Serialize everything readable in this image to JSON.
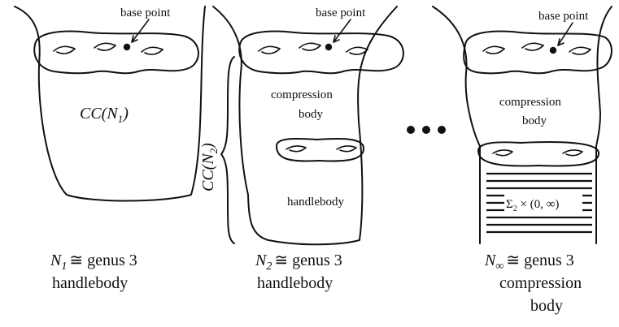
{
  "panels": [
    {
      "base_point": "base point",
      "interior_label": "CC(N",
      "interior_sub": "1",
      "interior_close": ")",
      "caption_var": "N",
      "caption_sub": "1",
      "caption_rest": "≅ genus 3",
      "caption_line2": "handlebody"
    },
    {
      "base_point": "base point",
      "side_label": "CC(N",
      "side_sub": "2",
      "side_close": ")",
      "upper_label_1": "compression",
      "upper_label_2": "body",
      "lower_label": "handlebody",
      "caption_var": "N",
      "caption_sub": "2",
      "caption_rest": "≅ genus 3",
      "caption_line2": "handlebody"
    },
    {
      "base_point": "base point",
      "upper_label_1": "compression",
      "upper_label_2": "body",
      "product_label": "Σ",
      "product_sub": "2",
      "product_rest": " × (0, ∞)",
      "caption_var": "N",
      "caption_sub": "∞",
      "caption_rest": "≅ genus 3",
      "caption_line2": "compression",
      "caption_line3": "body"
    }
  ]
}
